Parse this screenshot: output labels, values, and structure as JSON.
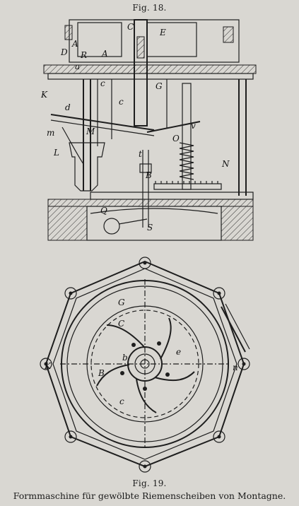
{
  "figures": {
    "fig18": {
      "label": "Fig. 18.",
      "letters": [
        "C",
        "E",
        "D",
        "A",
        "R",
        "A",
        "a",
        "c",
        "c",
        "K",
        "d",
        "m",
        "M",
        "L",
        "G",
        "v",
        "O",
        "t",
        "B",
        "N",
        "Q",
        "S"
      ]
    },
    "fig19": {
      "label": "Fig. 19.",
      "letters": [
        "G",
        "C",
        "e",
        "K",
        "B",
        "b",
        "c",
        "n"
      ]
    }
  },
  "caption": "Formmaschine für gewölbte Riemenscheiben von Montagne."
}
